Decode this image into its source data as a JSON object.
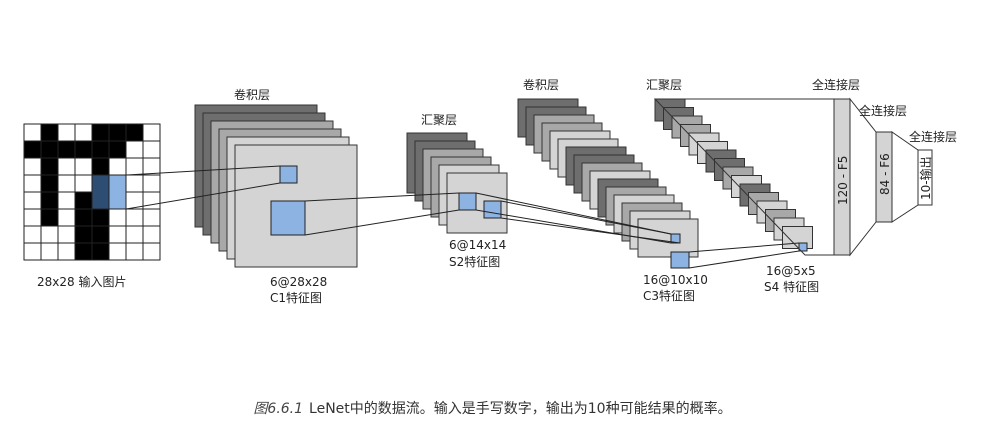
{
  "labels": {
    "conv1_title": "卷积层",
    "pool1_title": "汇聚层",
    "conv2_title": "卷积层",
    "pool2_title": "汇聚层",
    "fc1_title": "全连接层",
    "fc2_title": "全连接层",
    "fc3_title": "全连接层",
    "input_caption": "28x28 输入图片",
    "c1_size": "6@28x28",
    "c1_name": "C1特征图",
    "s2_size": "6@14x14",
    "s2_name": "S2特征图",
    "c3_size": "16@10x10",
    "c3_name": "C3特征图",
    "s4_size": "16@5x5",
    "s4_name": "S4 特征图",
    "f5": "120 - F5",
    "f6": "84 - F6",
    "out": "10-输出"
  },
  "caption": {
    "fig_no": "图6.6.1",
    "text": "LeNet中的数据流。输入是手写数字，输出为10种可能结果的概率。"
  },
  "colors": {
    "layer_dark": "#6e6e6e",
    "layer_mid": "#a8a8a8",
    "layer_light": "#d4d4d4",
    "highlight": "#8db3e2",
    "highlight_dark": "#2d4d73",
    "digit": "#000000"
  }
}
